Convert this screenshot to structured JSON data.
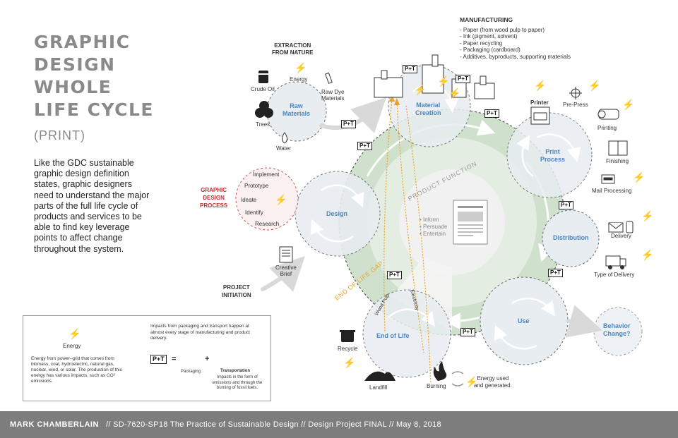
{
  "header": {
    "title_lines": [
      "GRAPHIC",
      "DESIGN",
      "WHOLE",
      "LIFE CYCLE"
    ],
    "subtitle": "(PRINT)",
    "intro": "Like the GDC sustainable graphic design definition states, graphic designers need to understand the major parts of the full life cycle of products and services to be able to find key leverage points to affect change throughout the system."
  },
  "extraction": {
    "heading_1": "EXTRACTION",
    "heading_2": "FROM NATURE",
    "crude_oil": "Crude Oil",
    "energy": "Energy",
    "raw_dye_1": "Raw Dye",
    "raw_dye_2": "Materials",
    "trees": "Trees",
    "water": "Water"
  },
  "manufacturing": {
    "heading": "MANUFACTURING",
    "items": [
      "- Paper (from wood pulp to paper)",
      "- Ink (pigment, solvent)",
      "- Paper recycling",
      "- Packaging (cardboard)",
      "- Additives, byproducts, supporting materials"
    ]
  },
  "stages": {
    "raw_materials_1": "Raw",
    "raw_materials_2": "Materials",
    "material_creation_1": "Material",
    "material_creation_2": "Creation",
    "print_process_1": "Print",
    "print_process_2": "Process",
    "distribution": "Distribution",
    "use": "Use",
    "end_of_life": "End of Life",
    "design": "Design",
    "behavior_change_1": "Behavior",
    "behavior_change_2": "Change?"
  },
  "print_side": {
    "printer": "Printer",
    "pre_press": "Pre-Press",
    "printing": "Printing",
    "finishing": "Finishing",
    "mail_processing": "Mail Processing",
    "delivery": "Delivery",
    "type_of_delivery": "Type of Delivery"
  },
  "design_process": {
    "label_1": "GRAPHIC",
    "label_2": "DESIGN",
    "label_3": "PROCESS",
    "steps": [
      "Implement",
      "Prototype",
      "Ideate",
      "Identify",
      "Research"
    ],
    "creative_brief_1": "Creative",
    "creative_brief_2": "Brief",
    "project_initiation_1": "PROJECT",
    "project_initiation_2": "INITIATION"
  },
  "center": {
    "product_function": "PRODUCT FUNCTION",
    "functions": [
      "Inform",
      "Persuade",
      "Entertain"
    ],
    "end_of_life_gap": "END OF LIFE GAP",
    "wood_pulp": "Wood Pulp",
    "electricity": "Electricity"
  },
  "end_of_life_items": {
    "recycle": "Recycle",
    "landfill": "Landfill",
    "burning": "Burning",
    "energy_used_1": "Energy used",
    "energy_used_2": "and generated."
  },
  "legend": {
    "energy_title": "Energy",
    "energy_desc": "Energy from power–grid that comes from biomass, coal, hydroelectric, natural gas, nuclear, wind, or solar. The production of this energy has various impacts, such as CO² emissions.",
    "impacts_desc": "Impacts from packaging and transport happen at almost every stage of manufacturing and product delivery.",
    "pt_badge": "P+T",
    "equals": "=",
    "plus": "+",
    "packaging": "Packaging",
    "transportation": "Transportation",
    "transport_desc": "Impacts in the form of emissions and through the burning of fossil fuels."
  },
  "footer": {
    "name": "MARK CHAMBERLAIN",
    "rest": "//  SD-7620-SP18 The Practice of Sustainable Design  //  Design Project FINAL  //  May 8, 2018"
  },
  "colors": {
    "title_gray": "#8a8a8a",
    "stage_blue": "#4a86c0",
    "design_red": "#c22f2f",
    "ring_green": "#c9dcc6",
    "circle_fill": "#e8edf1",
    "gap_orange": "#e8a32a",
    "footer_gray": "#7d7d7d"
  }
}
